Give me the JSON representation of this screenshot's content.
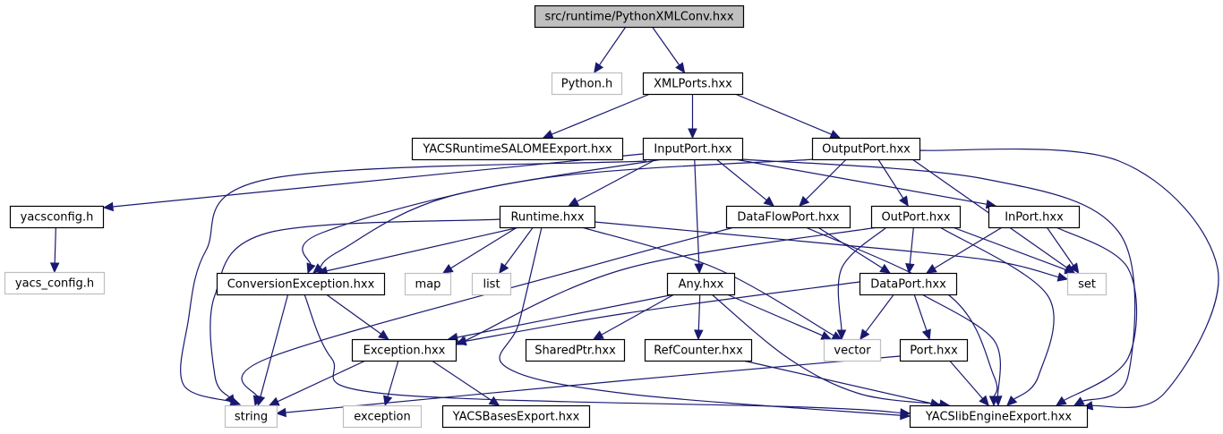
{
  "title": "src/runtime/PythonXMLConv.hxx",
  "colors": {
    "edge": "#191970",
    "root_fill": "#bfbfbf",
    "system_border": "#bfbfbf",
    "local_border": "#000000"
  },
  "nodes": [
    {
      "id": "root",
      "label": "src/runtime/PythonXMLConv.hxx",
      "kind": "root"
    },
    {
      "id": "python_h",
      "label": "Python.h",
      "kind": "system"
    },
    {
      "id": "xmlports",
      "label": "XMLPorts.hxx",
      "kind": "local"
    },
    {
      "id": "yacsruntimesalome",
      "label": "YACSRuntimeSALOMEExport.hxx",
      "kind": "local"
    },
    {
      "id": "inputport",
      "label": "InputPort.hxx",
      "kind": "local"
    },
    {
      "id": "outputport",
      "label": "OutputPort.hxx",
      "kind": "local"
    },
    {
      "id": "yacsconfig",
      "label": "yacsconfig.h",
      "kind": "local"
    },
    {
      "id": "yacs_config",
      "label": "yacs_config.h",
      "kind": "system"
    },
    {
      "id": "runtime",
      "label": "Runtime.hxx",
      "kind": "local"
    },
    {
      "id": "dataflowport",
      "label": "DataFlowPort.hxx",
      "kind": "local"
    },
    {
      "id": "outport",
      "label": "OutPort.hxx",
      "kind": "local"
    },
    {
      "id": "inport",
      "label": "InPort.hxx",
      "kind": "local"
    },
    {
      "id": "conversionexception",
      "label": "ConversionException.hxx",
      "kind": "local"
    },
    {
      "id": "map",
      "label": "map",
      "kind": "system"
    },
    {
      "id": "list",
      "label": "list",
      "kind": "system"
    },
    {
      "id": "any",
      "label": "Any.hxx",
      "kind": "local"
    },
    {
      "id": "dataport",
      "label": "DataPort.hxx",
      "kind": "local"
    },
    {
      "id": "set",
      "label": "set",
      "kind": "system"
    },
    {
      "id": "exception_hxx",
      "label": "Exception.hxx",
      "kind": "local"
    },
    {
      "id": "sharedptr",
      "label": "SharedPtr.hxx",
      "kind": "local"
    },
    {
      "id": "refcounter",
      "label": "RefCounter.hxx",
      "kind": "local"
    },
    {
      "id": "vector",
      "label": "vector",
      "kind": "system"
    },
    {
      "id": "port",
      "label": "Port.hxx",
      "kind": "local"
    },
    {
      "id": "string",
      "label": "string",
      "kind": "system"
    },
    {
      "id": "exception",
      "label": "exception",
      "kind": "system"
    },
    {
      "id": "yacsbasesexport",
      "label": "YACSBasesExport.hxx",
      "kind": "local"
    },
    {
      "id": "yacslibengineexport",
      "label": "YACSlibEngineExport.hxx",
      "kind": "local"
    }
  ],
  "edges": [
    [
      "root",
      "python_h"
    ],
    [
      "root",
      "xmlports"
    ],
    [
      "xmlports",
      "yacsruntimesalome"
    ],
    [
      "xmlports",
      "inputport"
    ],
    [
      "xmlports",
      "outputport"
    ],
    [
      "inputport",
      "yacsconfig"
    ],
    [
      "inputport",
      "runtime"
    ],
    [
      "inputport",
      "dataflowport"
    ],
    [
      "inputport",
      "inport"
    ],
    [
      "inputport",
      "conversionexception"
    ],
    [
      "inputport",
      "any"
    ],
    [
      "inputport",
      "string"
    ],
    [
      "inputport",
      "yacslibengineexport"
    ],
    [
      "outputport",
      "dataflowport"
    ],
    [
      "outputport",
      "outport"
    ],
    [
      "outputport",
      "conversionexception"
    ],
    [
      "outputport",
      "set"
    ],
    [
      "outputport",
      "yacslibengineexport"
    ],
    [
      "yacsconfig",
      "yacs_config"
    ],
    [
      "runtime",
      "conversionexception"
    ],
    [
      "runtime",
      "map"
    ],
    [
      "runtime",
      "list"
    ],
    [
      "runtime",
      "string"
    ],
    [
      "runtime",
      "vector"
    ],
    [
      "runtime",
      "set"
    ],
    [
      "runtime",
      "yacslibengineexport"
    ],
    [
      "dataflowport",
      "dataport"
    ],
    [
      "dataflowport",
      "string"
    ],
    [
      "dataflowport",
      "yacslibengineexport"
    ],
    [
      "outport",
      "dataport"
    ],
    [
      "outport",
      "exception_hxx"
    ],
    [
      "outport",
      "set"
    ],
    [
      "outport",
      "vector"
    ],
    [
      "outport",
      "yacslibengineexport"
    ],
    [
      "inport",
      "dataport"
    ],
    [
      "inport",
      "set"
    ],
    [
      "inport",
      "yacslibengineexport"
    ],
    [
      "conversionexception",
      "exception_hxx"
    ],
    [
      "conversionexception",
      "string"
    ],
    [
      "conversionexception",
      "yacslibengineexport"
    ],
    [
      "any",
      "exception_hxx"
    ],
    [
      "any",
      "sharedptr"
    ],
    [
      "any",
      "refcounter"
    ],
    [
      "any",
      "vector"
    ],
    [
      "any",
      "yacslibengineexport"
    ],
    [
      "dataport",
      "port"
    ],
    [
      "dataport",
      "vector"
    ],
    [
      "dataport",
      "exception_hxx"
    ],
    [
      "dataport",
      "yacslibengineexport"
    ],
    [
      "exception_hxx",
      "string"
    ],
    [
      "exception_hxx",
      "exception"
    ],
    [
      "exception_hxx",
      "yacsbasesexport"
    ],
    [
      "refcounter",
      "yacslibengineexport"
    ],
    [
      "port",
      "string"
    ],
    [
      "port",
      "yacslibengineexport"
    ]
  ]
}
